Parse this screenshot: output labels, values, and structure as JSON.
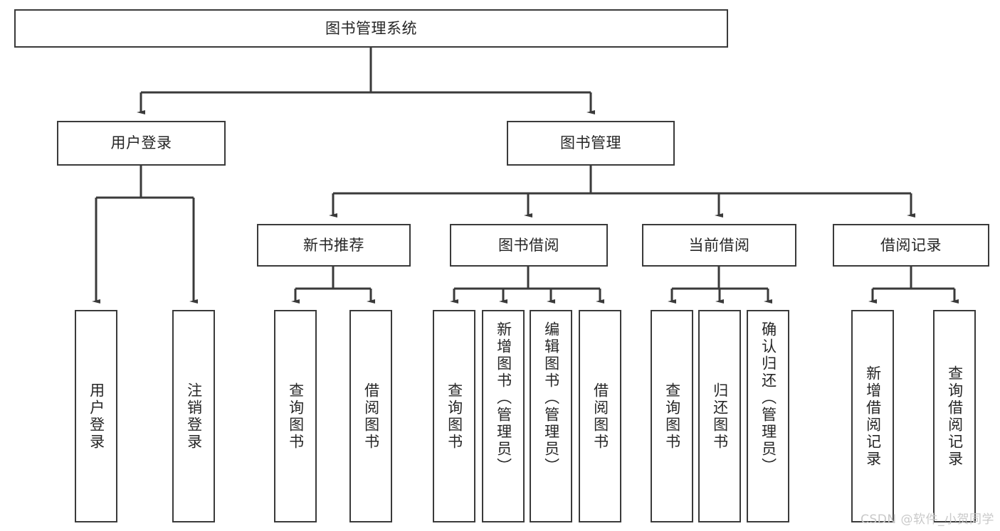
{
  "diagram": {
    "type": "tree",
    "title": "图书管理系统",
    "watermark": "CSDN @软件_小贺同学",
    "colors": {
      "box_border": "#3a3a3a",
      "box_fill": "#ffffff",
      "edge": "#3a3a3a",
      "text": "#262626",
      "watermark": "#c9c9c9",
      "background": "#ffffff"
    },
    "nodes": {
      "root": {
        "label": "图书管理系统",
        "level": 1
      },
      "l2": [
        {
          "id": "user-login",
          "label": "用户登录",
          "level": 2
        },
        {
          "id": "book-manage",
          "label": "图书管理",
          "level": 2
        }
      ],
      "l3": [
        {
          "id": "new-book-rec",
          "label": "新书推荐",
          "level": 3,
          "parent": "book-manage"
        },
        {
          "id": "book-borrow",
          "label": "图书借阅",
          "level": 3,
          "parent": "book-manage"
        },
        {
          "id": "current-borrow",
          "label": "当前借阅",
          "level": 3,
          "parent": "book-manage"
        },
        {
          "id": "borrow-record",
          "label": "借阅记录",
          "level": 3,
          "parent": "book-manage"
        }
      ],
      "leaves": [
        {
          "id": "leaf-user-login",
          "label": "用户登录",
          "parent": "user-login"
        },
        {
          "id": "leaf-user-logout",
          "label": "注销登录",
          "parent": "user-login"
        },
        {
          "id": "leaf-query-book-1",
          "label": "查询图书",
          "parent": "new-book-rec"
        },
        {
          "id": "leaf-borrow-book-1",
          "label": "借阅图书",
          "parent": "new-book-rec"
        },
        {
          "id": "leaf-query-book-2",
          "label": "查询图书",
          "parent": "book-borrow"
        },
        {
          "id": "leaf-add-book",
          "label": "新增图书（管理员）",
          "parent": "book-borrow"
        },
        {
          "id": "leaf-edit-book",
          "label": "编辑图书（管理员）",
          "parent": "book-borrow"
        },
        {
          "id": "leaf-borrow-book-2",
          "label": "借阅图书",
          "parent": "book-borrow"
        },
        {
          "id": "leaf-query-book-3",
          "label": "查询图书",
          "parent": "current-borrow"
        },
        {
          "id": "leaf-return-book",
          "label": "归还图书",
          "parent": "current-borrow"
        },
        {
          "id": "leaf-confirm-return",
          "label": "确认归还（管理员）",
          "parent": "current-borrow"
        },
        {
          "id": "leaf-add-record",
          "label": "新增借阅记录",
          "parent": "borrow-record"
        },
        {
          "id": "leaf-query-record",
          "label": "查询借阅记录",
          "parent": "borrow-record"
        }
      ]
    }
  }
}
